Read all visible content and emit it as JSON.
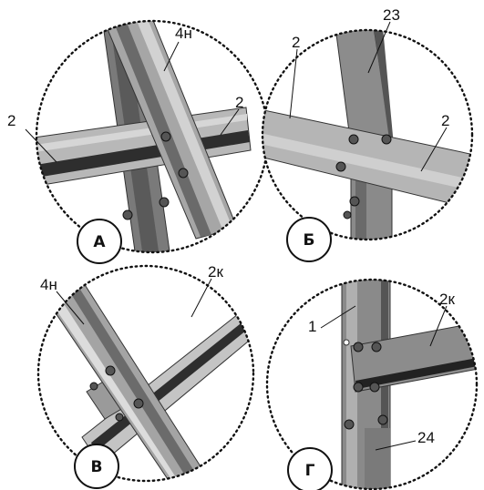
{
  "panels": [
    {
      "badge": "А",
      "labels": [
        "4н",
        "2",
        "2"
      ]
    },
    {
      "badge": "Б",
      "labels": [
        "23",
        "2",
        "2"
      ]
    },
    {
      "badge": "В",
      "labels": [
        "4н",
        "2к"
      ]
    },
    {
      "badge": "Г",
      "labels": [
        "2к",
        "1",
        "24"
      ]
    }
  ]
}
